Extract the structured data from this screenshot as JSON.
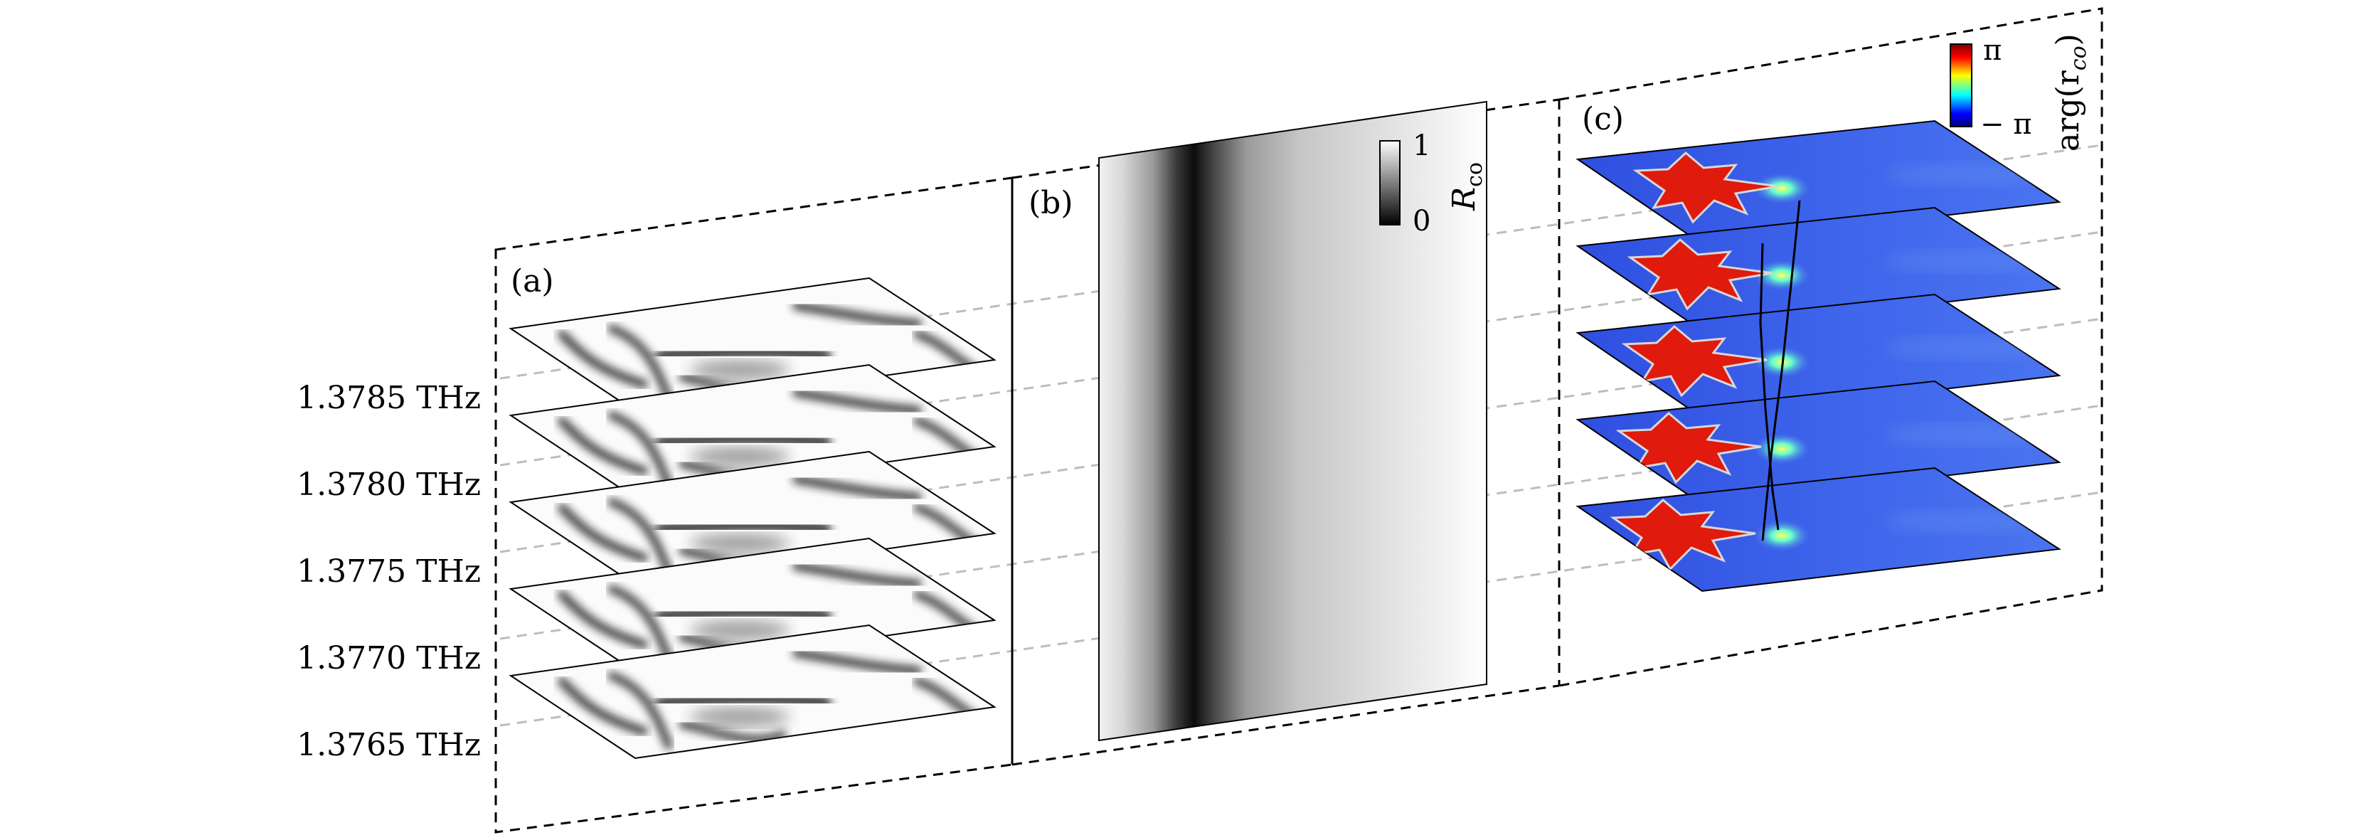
{
  "panels": {
    "a": {
      "label": "(a)"
    },
    "b": {
      "label": "(b)"
    },
    "c": {
      "label": "(c)"
    }
  },
  "frequencies": [
    "1.3785 THz",
    "1.3780 THz",
    "1.3775 THz",
    "1.3770 THz",
    "1.3765 THz"
  ],
  "colorbar_b": {
    "label_main": "R",
    "label_sub": "co",
    "max": "1",
    "min": "0",
    "colors": [
      "#000000",
      "#ffffff"
    ]
  },
  "colorbar_c": {
    "label": "arg(r",
    "label_sub": "co",
    "label_close": ")",
    "max": "π",
    "min": "− π",
    "colors": [
      "#00007f",
      "#0000ff",
      "#00ffff",
      "#ffff00",
      "#ff0000",
      "#7f0000"
    ]
  },
  "colors": {
    "field_blue": "#3b5fe6",
    "field_red": "#e01a0c",
    "dashed_line": "#000000",
    "guide_line": "#bdbdbd"
  }
}
